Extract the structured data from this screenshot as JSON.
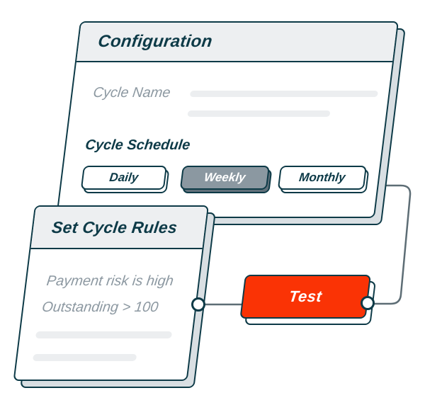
{
  "colors": {
    "ink": "#0d3a47",
    "accent_red": "#fa3305",
    "selected_pill_gray": "#8b98a1",
    "header_band_gray": "#edeff1",
    "placeholder_bar_gray": "#eceef0",
    "muted_text_gray": "#8c98a1",
    "connector_gray": "#5d6d75",
    "slab_side_gray": "#d9dfe3"
  },
  "config_card": {
    "title": "Configuration",
    "name_field": {
      "label": "Cycle Name"
    },
    "schedule": {
      "label": "Cycle Schedule",
      "options": [
        {
          "label": "Daily",
          "selected": false
        },
        {
          "label": "Weekly",
          "selected": true
        },
        {
          "label": "Monthly",
          "selected": false
        }
      ]
    }
  },
  "rules_card": {
    "title": "Set Cycle Rules",
    "rules": [
      "Payment risk is high",
      "Outstanding > 100"
    ]
  },
  "test_node": {
    "label": "Test"
  }
}
